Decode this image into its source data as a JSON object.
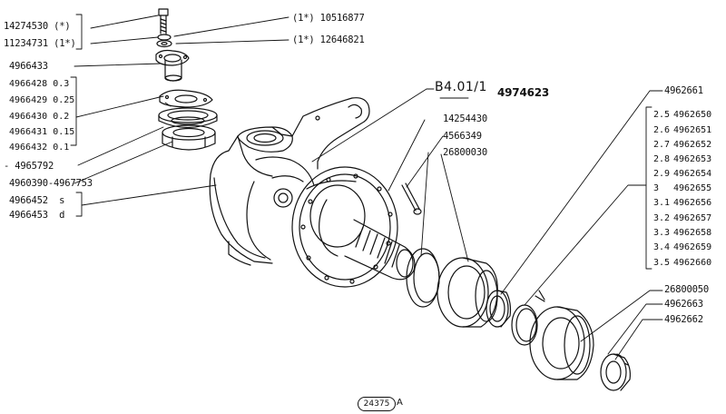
{
  "diagram": {
    "ref_code": "B4.01/1",
    "assembly_part": "4974623",
    "figure_number": "24375",
    "figure_suffix": "A"
  },
  "left_labels": {
    "bolt": {
      "part": "14274530",
      "note": "(*)"
    },
    "washer_lock": {
      "part": "11234731",
      "note": "(1*)"
    },
    "top_washer": {
      "note": "(1*)",
      "part": "10516877"
    },
    "top_ring": {
      "note": "(1*)",
      "part": "12646821"
    },
    "pivot_cap": "4966433",
    "shims": [
      {
        "part": "4966428",
        "size": "0.3"
      },
      {
        "part": "4966429",
        "size": "0.25"
      },
      {
        "part": "4966430",
        "size": "0.2"
      },
      {
        "part": "4966431",
        "size": "0.15"
      },
      {
        "part": "4966432",
        "size": "0.1"
      }
    ],
    "bearing": "4965792",
    "bearing_pair": "4960390-4967753",
    "knuckle": [
      {
        "part": "4966452",
        "side": "s"
      },
      {
        "part": "4966453",
        "side": "d"
      }
    ]
  },
  "mid_labels": {
    "screw": "14254430",
    "pin": "4566349",
    "seal": "26800030"
  },
  "right_labels": {
    "spacer_group": "4962661",
    "spacers": [
      {
        "size": "2.5",
        "part": "4962650"
      },
      {
        "size": "2.6",
        "part": "4962651"
      },
      {
        "size": "2.7",
        "part": "4962652"
      },
      {
        "size": "2.8",
        "part": "4962653"
      },
      {
        "size": "2.9",
        "part": "4962654"
      },
      {
        "size": "3",
        "part": "4962655"
      },
      {
        "size": "3.1",
        "part": "4962656"
      },
      {
        "size": "3.2",
        "part": "4962657"
      },
      {
        "size": "3.3",
        "part": "4962658"
      },
      {
        "size": "3.4",
        "part": "4962659"
      },
      {
        "size": "3.5",
        "part": "4962660"
      }
    ],
    "ring": "26800050",
    "outer_bearing": "4962663",
    "nut": "4962662"
  }
}
